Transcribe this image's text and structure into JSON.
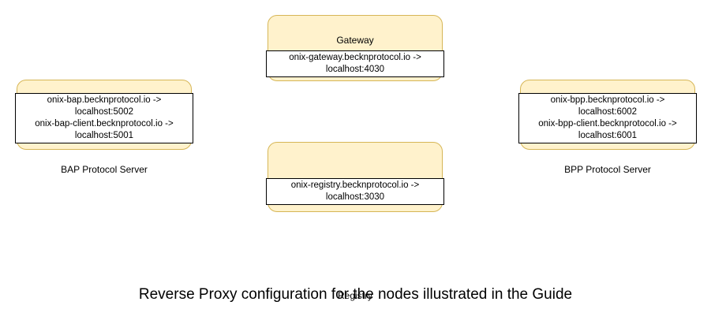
{
  "diagram": {
    "background_color": "#ffffff",
    "node_fill_color": "#fff2cc",
    "node_border_color": "#d6b656",
    "detail_border_color": "#000000",
    "nodes": [
      {
        "id": "gateway",
        "title": "Gateway",
        "lines": [
          "onix-gateway.becknprotocol.io ->",
          "localhost:4030"
        ]
      },
      {
        "id": "registry",
        "title": "Registry",
        "lines": [
          "onix-registry.becknprotocol.io ->",
          "localhost:3030"
        ]
      },
      {
        "id": "bap",
        "title": "BAP Protocol Server",
        "lines": [
          "onix-bap.becknprotocol.io ->",
          "localhost:5002",
          "onix-bap-client.becknprotocol.io ->",
          "localhost:5001"
        ]
      },
      {
        "id": "bpp",
        "title": "BPP Protocol Server",
        "lines": [
          "onix-bpp.becknprotocol.io ->",
          "localhost:6002",
          "onix-bpp-client.becknprotocol.io ->",
          "localhost:6001"
        ]
      }
    ]
  },
  "caption": "Reverse Proxy configuration for the nodes illustrated in the Guide"
}
